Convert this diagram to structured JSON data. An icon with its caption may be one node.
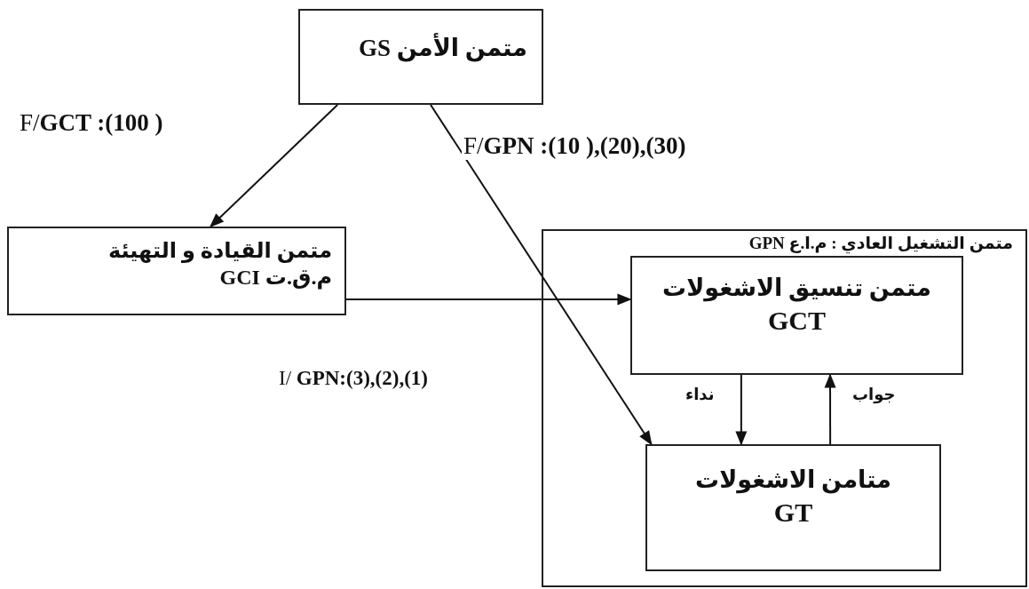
{
  "diagram": {
    "nodes": [
      {
        "text": [
          "متمن الأمن  GS"
        ]
      },
      {
        "text": [
          "متمن القيادة و التهيئة",
          "م.ق.ت  GCI"
        ]
      },
      {
        "text": [
          "متمن التشغيل العادي : م.ا.ع GPN"
        ]
      },
      {
        "text": [
          "متمن تنسيق الاشغولات",
          "GCT"
        ],
        "in": 2
      },
      {
        "text": [
          "متامن الاشغولات",
          "GT"
        ],
        "in": 2
      }
    ],
    "edges": [
      {
        "from": 0,
        "to": 1,
        "arrow": "to",
        "label": "F/**GCT :(100 )**"
      },
      {
        "from": 0,
        "to": 4,
        "arrow": "to",
        "label": "F/**GPN :(10 ),(20),(30)**"
      },
      {
        "from": 1,
        "to": 3,
        "arrow": "to",
        "label": "I/  **GPN:(3),(2),(1)**"
      },
      {
        "from": 3,
        "to": 4,
        "arrow": "to",
        "label": "نداء"
      },
      {
        "from": 4,
        "to": 3,
        "arrow": "to",
        "label": "جواب"
      }
    ]
  }
}
